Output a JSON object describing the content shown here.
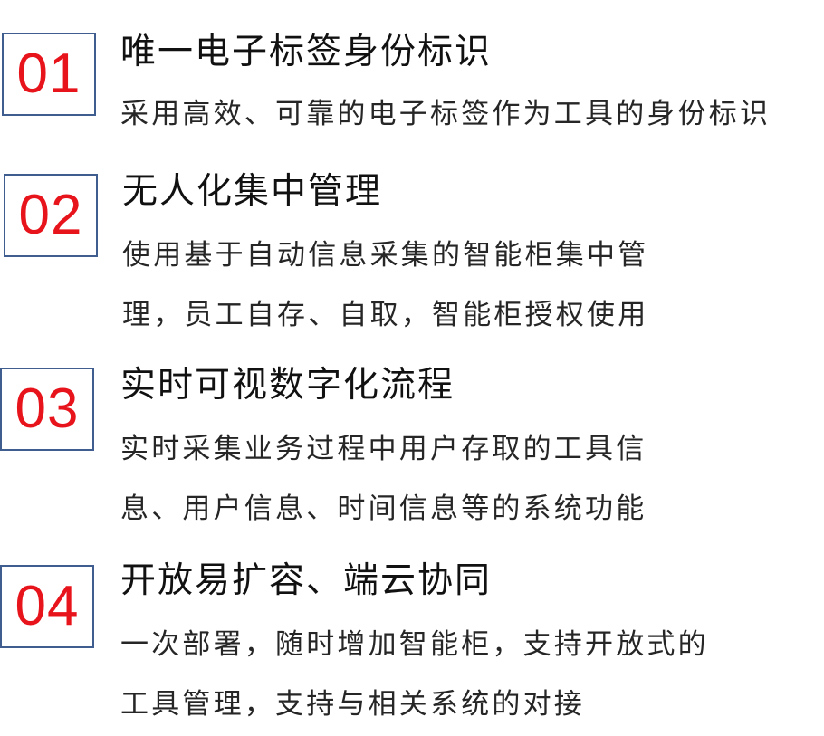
{
  "features": [
    {
      "number": "01",
      "title": "唯一电子标签身份标识",
      "description_lines": [
        "采用高效、可靠的电子标签作为工具的身份标识"
      ]
    },
    {
      "number": "02",
      "title": "无人化集中管理",
      "description_lines": [
        "使用基于自动信息采集的智能柜集中管",
        "理，员工自存、自取，智能柜授权使用"
      ]
    },
    {
      "number": "03",
      "title": "实时可视数字化流程",
      "description_lines": [
        "实时采集业务过程中用户存取的工具信",
        "息、用户信息、时间信息等的系统功能"
      ]
    },
    {
      "number": "04",
      "title": "开放易扩容、端云协同",
      "description_lines": [
        "一次部署，随时增加智能柜，支持开放式的",
        "工具管理，支持与相关系统的对接"
      ]
    }
  ],
  "colors": {
    "number_text": "#e8141c",
    "number_border": "#3f5d8e",
    "text": "#1a1a1a"
  }
}
